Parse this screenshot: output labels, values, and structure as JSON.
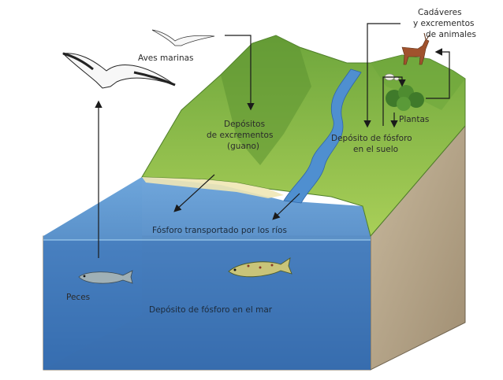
{
  "diagram": {
    "labels": {
      "aves_marinas": "Aves marinas",
      "cadaveres_line1": "Cadáveres",
      "cadaveres_line2": "y excrementos",
      "cadaveres_line3": "de animales",
      "depositos_line1": "Depósitos",
      "depositos_line2": "de excrementos",
      "depositos_line3": "(guano)",
      "plantas": "Plantas",
      "suelo_line1": "Depósito de fósforo",
      "suelo_line2": "en el suelo",
      "rios": "Fósforo transportado por los ríos",
      "peces": "Peces",
      "mar": "Depósito de fósforo en el mar"
    },
    "colors": {
      "grass_light": "#b9d66a",
      "grass_mid": "#8dbf4a",
      "grass_dark": "#5e9a34",
      "soil": "#b9a98f",
      "soil_dark": "#8f7f66",
      "sea_top": "#5a95d2",
      "sea_deep": "#2f66a8",
      "sea_side": "#b6def0",
      "river": "#4f8fd0",
      "arrow": "#1a1a1a"
    }
  }
}
